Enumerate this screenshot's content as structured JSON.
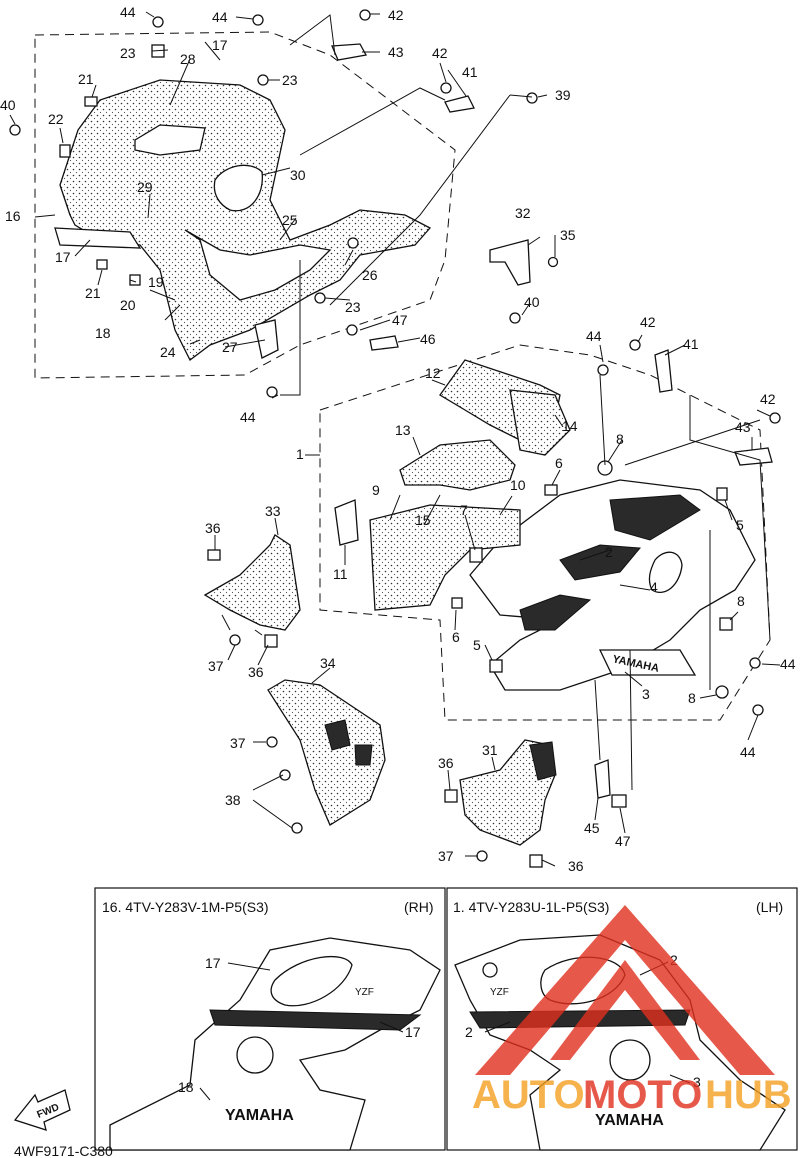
{
  "diagram_code": "4WF9171-C380",
  "fwd_label": "FWD",
  "callouts": [
    "1",
    "2",
    "3",
    "4",
    "5",
    "6",
    "7",
    "8",
    "9",
    "10",
    "11",
    "12",
    "13",
    "14",
    "15",
    "16",
    "17",
    "18",
    "19",
    "20",
    "21",
    "22",
    "23",
    "24",
    "25",
    "26",
    "27",
    "28",
    "29",
    "30",
    "31",
    "32",
    "33",
    "34",
    "35",
    "36",
    "37",
    "38",
    "39",
    "40",
    "41",
    "42",
    "43",
    "44",
    "45",
    "46",
    "47"
  ],
  "insets": [
    {
      "title": "16. 4TV-Y283V-1M-P5(S3)",
      "side": "(RH)",
      "labels": [
        "17",
        "17",
        "18"
      ],
      "logo": "YAMAHA",
      "model_mark": "YZF"
    },
    {
      "title": "1. 4TV-Y283U-1L-P5(S3)",
      "side": "(LH)",
      "labels": [
        "2",
        "2",
        "3"
      ],
      "logo": "YAMAHA",
      "model_mark": "YZF"
    }
  ],
  "fairing_logo": "YAMAHA",
  "watermark": {
    "text_part1": "AUTO",
    "text_part2": "MOTO",
    "text_part3": "HUB",
    "color_orange": "#f5a020",
    "color_red": "#e0301e"
  },
  "colors": {
    "ink": "#111111",
    "background": "#ffffff"
  }
}
